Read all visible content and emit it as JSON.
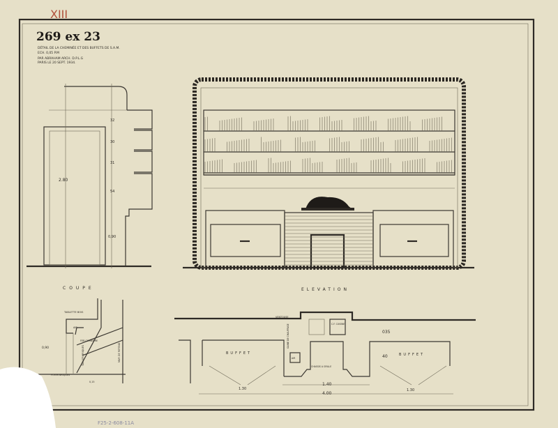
{
  "sheet_mark": "XIII",
  "title_block": {
    "number": "269 ex 23",
    "line1": "DÉTAIL DE LA CHEMINÉE ET DES BUFFETS DE S.A.M.",
    "line2": "ECH. 0,05 P.M",
    "line3": "PAR ABRAHAM ARCH. D.P.L.G",
    "line4": "PARIS LE 20 SEPT. 1934."
  },
  "section": {
    "title": "COUPE",
    "dims": [
      "32",
      "30",
      "31",
      "54",
      "2.80",
      "0,90"
    ],
    "labels": {
      "tablette": "TABLETTE BOIS",
      "air": "AIR",
      "fer": "FER CORNIÈRE",
      "foyer": "FOYER BRIQUES",
      "faisceau": "TABLIER BRIQUES",
      "dim_bottom": "0,90",
      "dim_small": "0,15",
      "mur": "MUR DE REFEND"
    }
  },
  "elevation": {
    "title": "ELEVATION"
  },
  "plan": {
    "buffet_left": "BUFFET",
    "buffet_right": "BUFFET",
    "ventouse": "VENTOUSE",
    "conduit": "C.F. CUISINE",
    "gaine": "GAINE DE CHAUFFAGE",
    "air": "AIR",
    "foyer": "CHASSIS A GRILLE",
    "dim_035": "035",
    "dim_40": "40",
    "dim_130_left": "1.30",
    "dim_130_right": "1.30",
    "dim_140": "1.40",
    "dim_400": "4.00"
  },
  "archive_ref": "F25-2-608-11A"
}
